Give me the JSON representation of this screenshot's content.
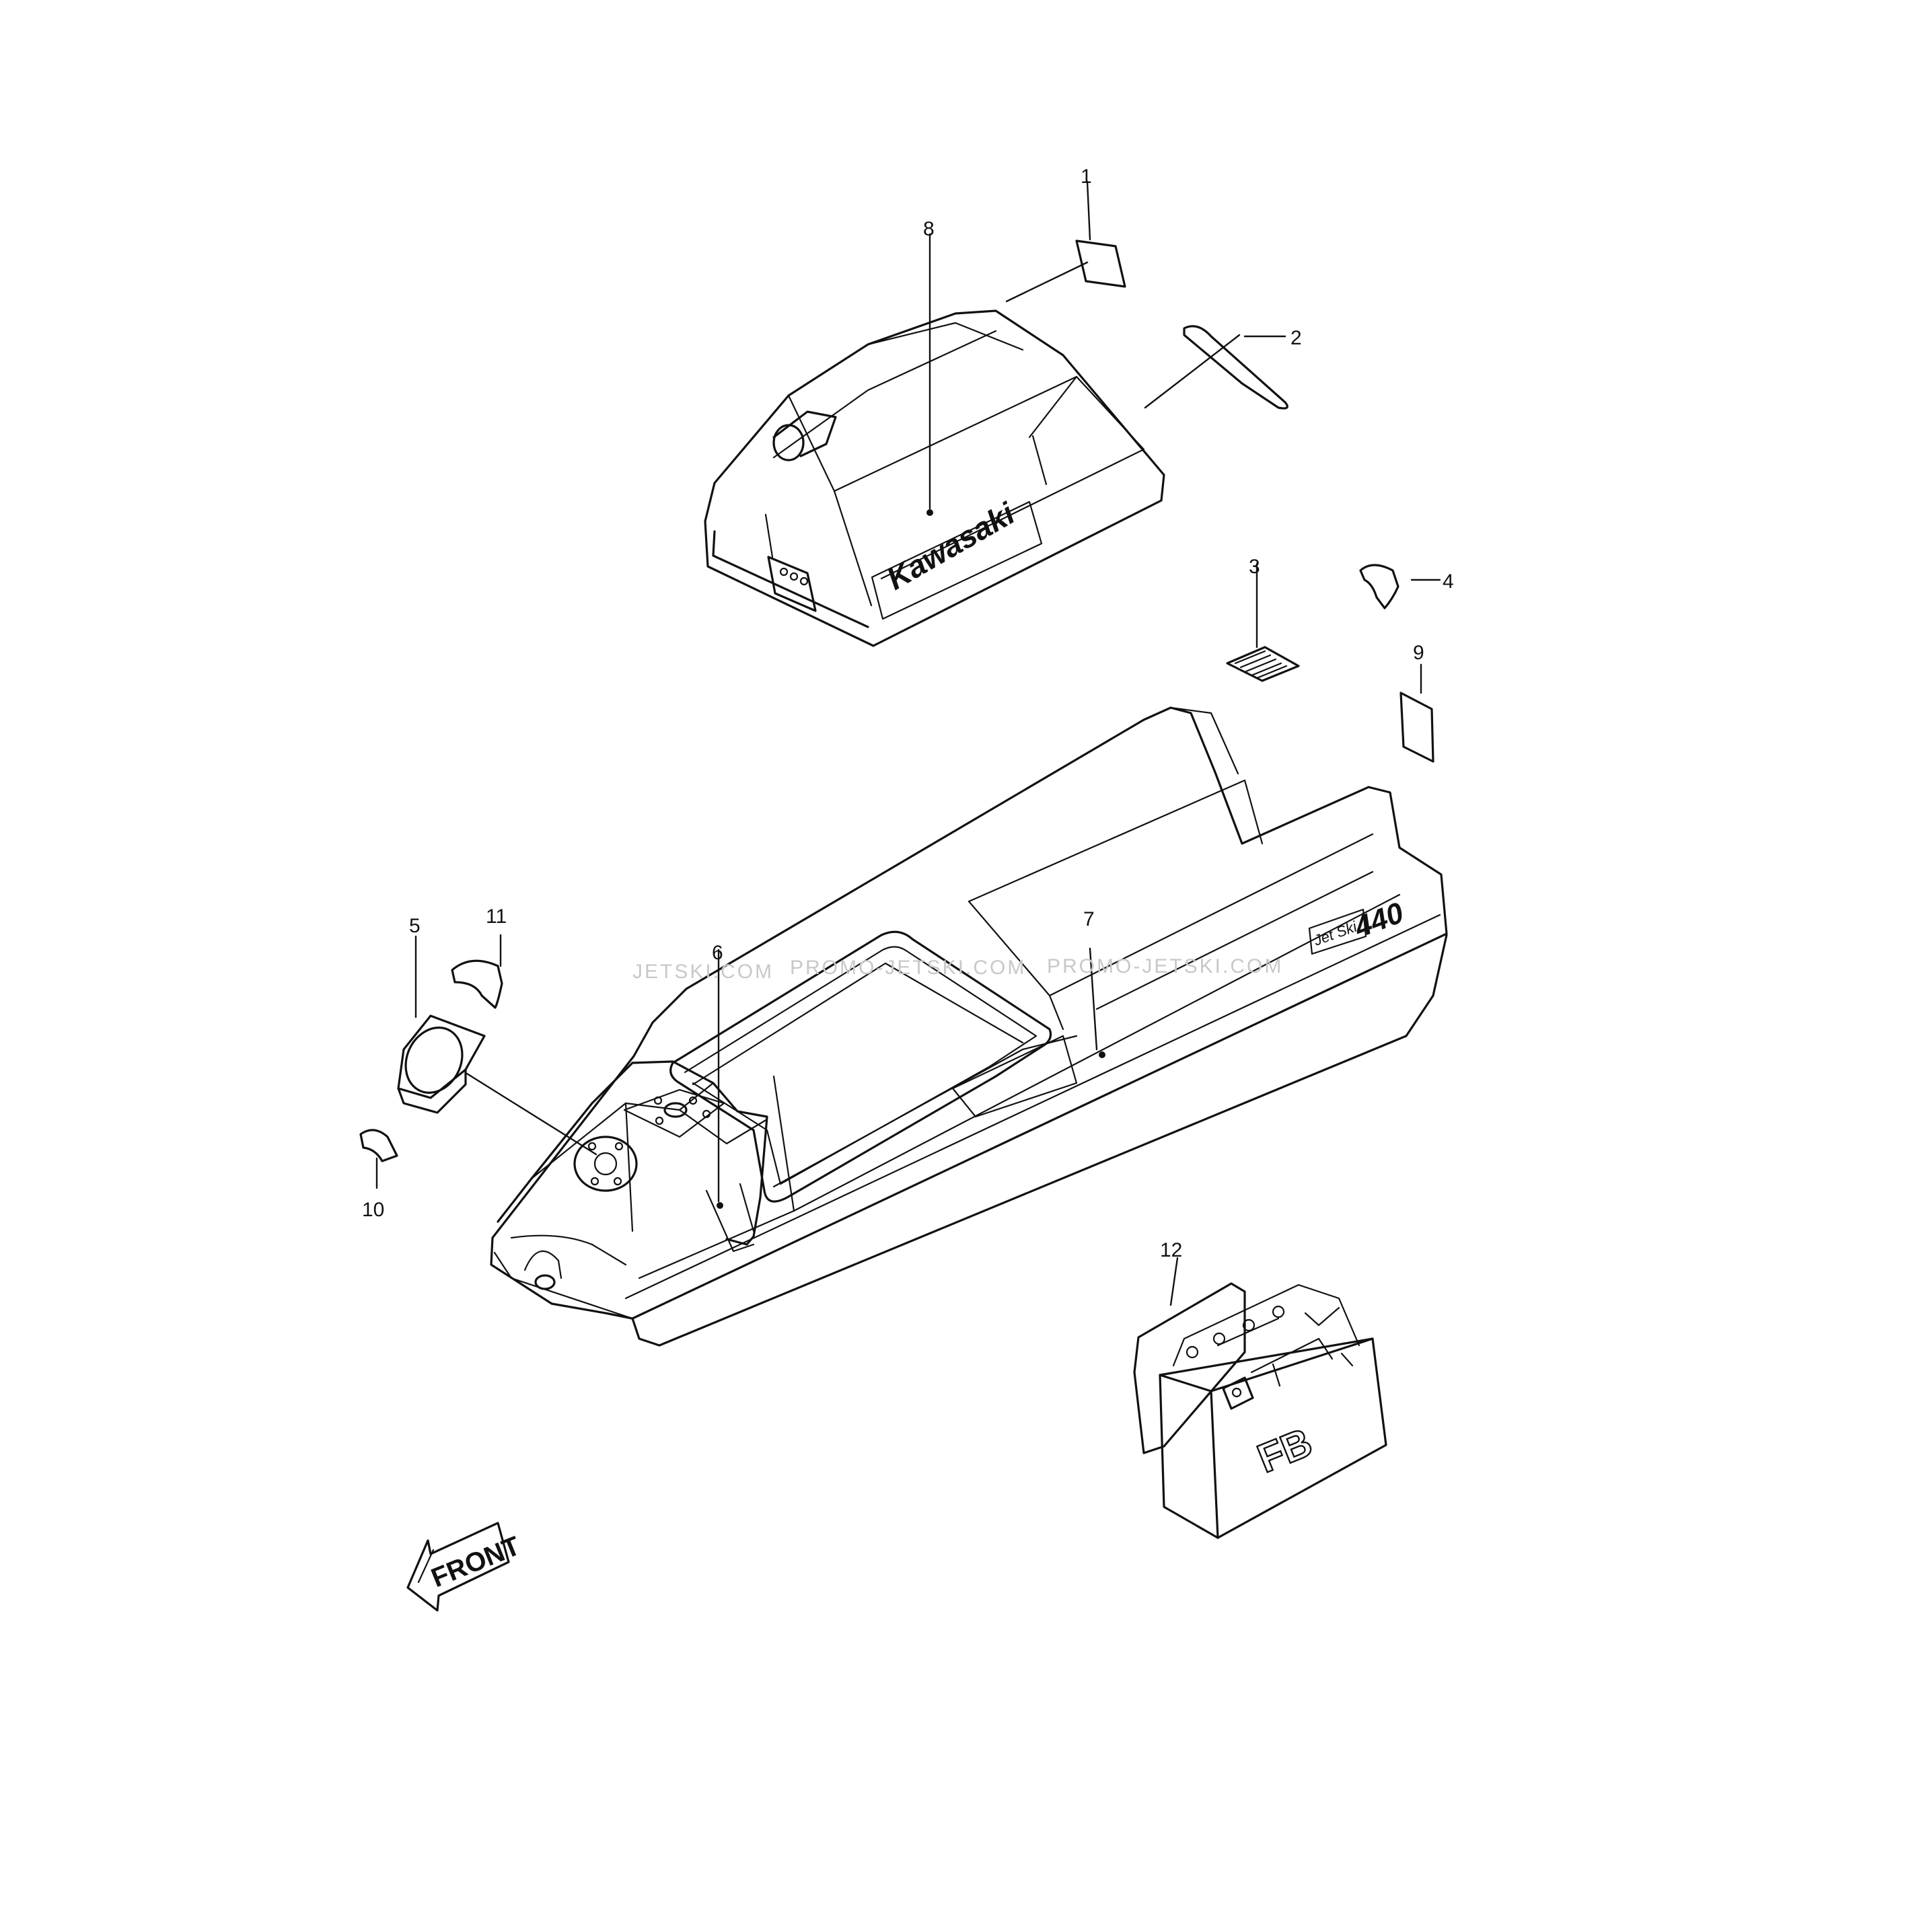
{
  "callouts": {
    "c1": "1",
    "c2": "2",
    "c3": "3",
    "c4": "4",
    "c5": "5",
    "c6": "6",
    "c7": "7",
    "c8": "8",
    "c9": "9",
    "c10": "10",
    "c11": "11",
    "c12": "12"
  },
  "labels": {
    "cover_brand": "Kawasaki",
    "hull_badge_script": "Jet Ski",
    "hull_badge_number": "440",
    "battery_mark": "FB",
    "front_arrow": "FRONT"
  },
  "watermarks": [
    "JETSKI.COM",
    "PROMO-JETSKI.COM",
    "PROMO-JETSKI.COM"
  ]
}
